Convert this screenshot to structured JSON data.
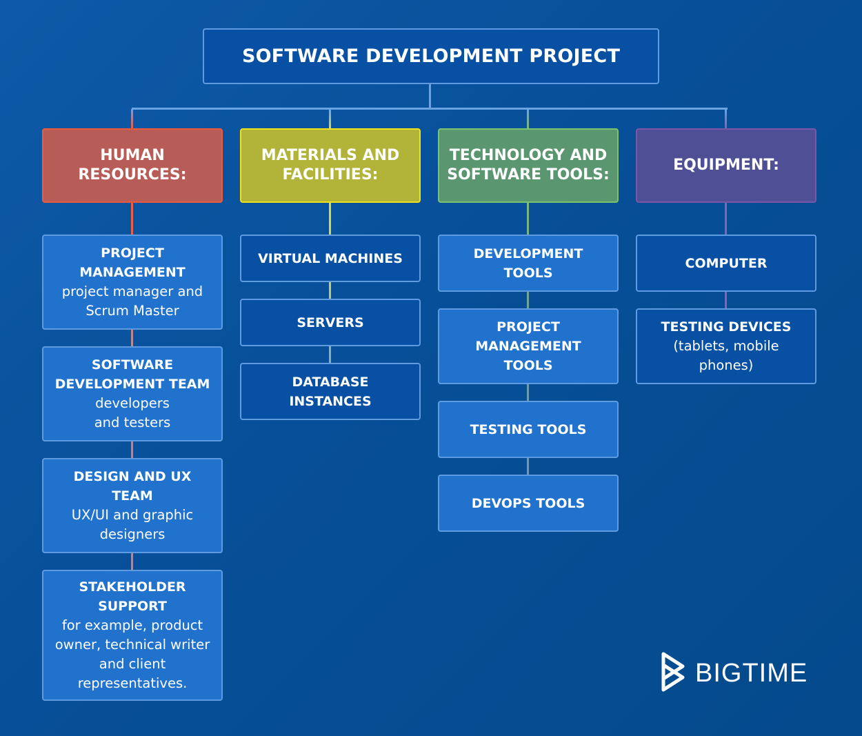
{
  "title": "SOFTWARE DEVELOPMENT PROJECT",
  "colors": {
    "background": "#0a52a0",
    "root_fill": "#0750a4",
    "root_border": "#5f9be0",
    "item_light_fill": "#2172cc",
    "item_dark_fill": "#0750a4",
    "item_border": "#5f9be0"
  },
  "categories": [
    {
      "label": "HUMAN RESOURCES:",
      "fill": "#b85c58",
      "border": "#f05a3c",
      "line": "#e8604a",
      "items": [
        {
          "title": "PROJECT MANAGEMENT",
          "desc": "project manager and Scrum Master"
        },
        {
          "title": "SOFTWARE DEVELOPMENT TEAM",
          "desc": "developers and testers"
        },
        {
          "title": "DESIGN AND UX TEAM",
          "desc": "UX/UI and graphic designers"
        },
        {
          "title": "STAKEHOLDER SUPPORT",
          "desc": "for example, product owner, technical writer and client representatives."
        }
      ]
    },
    {
      "label": "MATERIALS AND FACILITIES:",
      "fill": "#b2b43a",
      "border": "#f2e21c",
      "line": "#e2d83a",
      "items": [
        {
          "title": "VIRTUAL MACHINES",
          "desc": ""
        },
        {
          "title": "SERVERS",
          "desc": ""
        },
        {
          "title": "DATABASE INSTANCES",
          "desc": ""
        }
      ]
    },
    {
      "label": "TECHNOLOGY AND SOFTWARE TOOLS:",
      "fill": "#5a9670",
      "border": "#7cc46c",
      "line": "#7cb87c",
      "items": [
        {
          "title": "DEVELOPMENT TOOLS",
          "desc": ""
        },
        {
          "title": "PROJECT MANAGEMENT TOOLS",
          "desc": ""
        },
        {
          "title": "TESTING TOOLS",
          "desc": ""
        },
        {
          "title": "DEVOPS TOOLS",
          "desc": ""
        }
      ]
    },
    {
      "label": "EQUIPMENT:",
      "fill": "#4e4f94",
      "border": "#7a55a8",
      "line": "#8a62b0",
      "items": [
        {
          "title": "COMPUTER",
          "desc": ""
        },
        {
          "title": "TESTING DEVICES",
          "desc": "(tablets, mobile phones)"
        }
      ]
    }
  ],
  "logo": {
    "icon": "bigtime-play-icon",
    "text": "BIGTIME"
  }
}
